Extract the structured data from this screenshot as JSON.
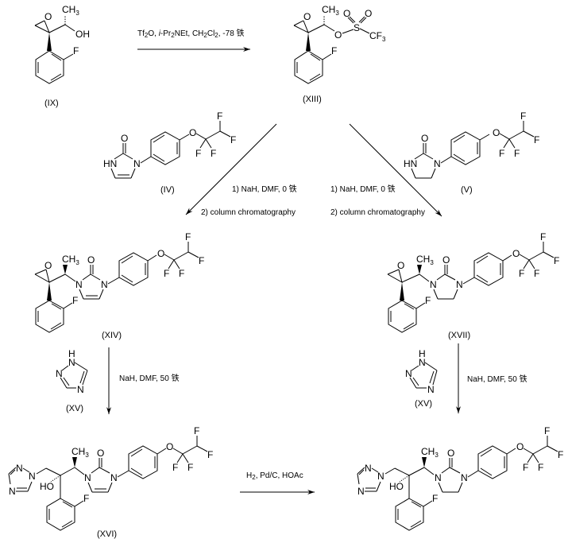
{
  "scheme": {
    "compounds": {
      "IX": {
        "label": "(IX)"
      },
      "XIII": {
        "label": "(XIII)"
      },
      "IV": {
        "label": "(IV)"
      },
      "V": {
        "label": "(V)"
      },
      "XIV": {
        "label": "(XIV)"
      },
      "XVII": {
        "label": "(XVII)"
      },
      "XV_left": {
        "label": "(XV)"
      },
      "XV_right": {
        "label": "(XV)"
      },
      "XVI": {
        "label": "(XVI)"
      }
    },
    "atoms": {
      "CH": "CH",
      "three": "3",
      "OH": "OH",
      "HO": "HO",
      "O": "O",
      "F": "F",
      "N": "N",
      "HN": "HN",
      "H": "H",
      "S": "S",
      "CF": "CF"
    },
    "reactions": {
      "step1": {
        "reagents": [
          "Tf",
          "2",
          "O, ",
          "i",
          "-Pr",
          "2",
          "NEt, CH",
          "2",
          "Cl",
          "2",
          ", -78 ",
          "铁"
        ]
      },
      "step_left": {
        "line1": "1) NaH, DMF, 0 铁",
        "line2": "2) column chromatography"
      },
      "step_right": {
        "line1": "1) NaH, DMF, 0 铁",
        "line2": "2) column chromatography"
      },
      "triazole_left": {
        "conditions": "NaH, DMF, 50 铁"
      },
      "triazole_right": {
        "conditions": "NaH, DMF, 50 铁"
      },
      "hydrogenation": {
        "h": "H",
        "two": "2",
        "rest": ", Pd/C, HOAc"
      }
    }
  }
}
